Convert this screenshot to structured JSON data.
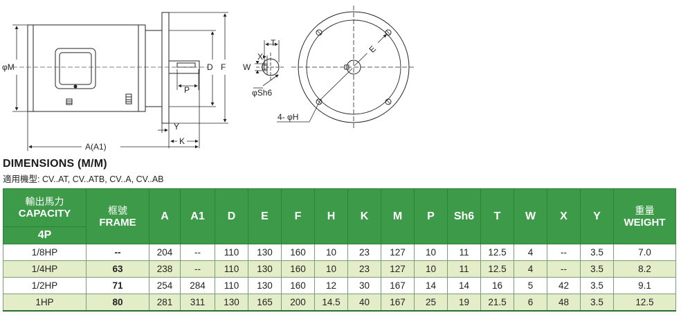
{
  "drawing": {
    "labels": {
      "phi_m": "φM",
      "d": "D",
      "f": "F",
      "p": "P",
      "y": "Y",
      "k": "K",
      "a_a1": "A(A1)",
      "t": "T",
      "w": "W",
      "x": "X",
      "phi_sh6": "φSh6",
      "e": "E",
      "holes": "4- φH"
    }
  },
  "heading": "DIMENSIONS (M/M)",
  "subheading": "適用機型: CV..AT, CV..ATB, CV..A, CV..AB",
  "table": {
    "header": {
      "capacity_zh": "輸出馬力",
      "capacity_en": "CAPACITY",
      "poles": "4P",
      "frame_zh": "框號",
      "frame_en": "FRAME",
      "columns": [
        "A",
        "A1",
        "D",
        "E",
        "F",
        "H",
        "K",
        "M",
        "P",
        "Sh6",
        "T",
        "W",
        "X",
        "Y"
      ],
      "weight_zh": "重量",
      "weight_en": "WEIGHT"
    },
    "rows": [
      {
        "capacity": "1/8HP",
        "frame": "--",
        "values": [
          "204",
          "--",
          "110",
          "130",
          "160",
          "10",
          "23",
          "127",
          "10",
          "11",
          "12.5",
          "4",
          "--",
          "3.5"
        ],
        "weight": "7.0"
      },
      {
        "capacity": "1/4HP",
        "frame": "63",
        "values": [
          "238",
          "--",
          "110",
          "130",
          "160",
          "10",
          "23",
          "127",
          "10",
          "11",
          "12.5",
          "4",
          "--",
          "3.5"
        ],
        "weight": "8.2"
      },
      {
        "capacity": "1/2HP",
        "frame": "71",
        "values": [
          "254",
          "284",
          "110",
          "130",
          "160",
          "12",
          "30",
          "167",
          "14",
          "14",
          "16",
          "5",
          "42",
          "3.5"
        ],
        "weight": "9.1"
      },
      {
        "capacity": "1HP",
        "frame": "80",
        "values": [
          "281",
          "311",
          "130",
          "165",
          "200",
          "14.5",
          "40",
          "167",
          "25",
          "19",
          "21.5",
          "6",
          "48",
          "3.5"
        ],
        "weight": "12.5"
      }
    ]
  },
  "colors": {
    "header_green": "#3d9a48",
    "row_tint": "#e3edc8"
  }
}
